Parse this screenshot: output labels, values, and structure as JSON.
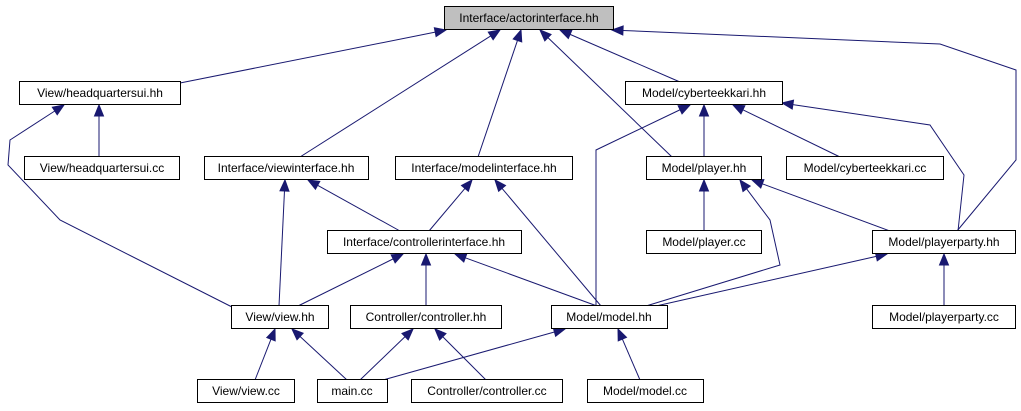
{
  "diagram": {
    "type": "include-dependency-graph",
    "edge_color": "#191970",
    "root_fill": "#bfbfbf",
    "nodes": [
      {
        "id": "actorinterface",
        "label": "Interface/actorinterface.hh",
        "root": true
      },
      {
        "id": "headquartersui_hh",
        "label": "View/headquartersui.hh"
      },
      {
        "id": "headquartersui_cc",
        "label": "View/headquartersui.cc"
      },
      {
        "id": "viewinterface",
        "label": "Interface/viewinterface.hh"
      },
      {
        "id": "modelinterface",
        "label": "Interface/modelinterface.hh"
      },
      {
        "id": "cyberteekkari_hh",
        "label": "Model/cyberteekkari.hh"
      },
      {
        "id": "player_hh",
        "label": "Model/player.hh"
      },
      {
        "id": "cyberteekkari_cc",
        "label": "Model/cyberteekkari.cc"
      },
      {
        "id": "controllerinterface",
        "label": "Interface/controllerinterface.hh"
      },
      {
        "id": "player_cc",
        "label": "Model/player.cc"
      },
      {
        "id": "playerparty_hh",
        "label": "Model/playerparty.hh"
      },
      {
        "id": "view_hh",
        "label": "View/view.hh"
      },
      {
        "id": "controller_hh",
        "label": "Controller/controller.hh"
      },
      {
        "id": "model_hh",
        "label": "Model/model.hh"
      },
      {
        "id": "playerparty_cc",
        "label": "Model/playerparty.cc"
      },
      {
        "id": "view_cc",
        "label": "View/view.cc"
      },
      {
        "id": "main_cc",
        "label": "main.cc"
      },
      {
        "id": "controller_cc",
        "label": "Controller/controller.cc"
      },
      {
        "id": "model_cc",
        "label": "Model/model.cc"
      }
    ],
    "edges": [
      {
        "from": "headquartersui_hh",
        "to": "actorinterface"
      },
      {
        "from": "viewinterface",
        "to": "actorinterface"
      },
      {
        "from": "modelinterface",
        "to": "actorinterface"
      },
      {
        "from": "player_hh",
        "to": "actorinterface"
      },
      {
        "from": "cyberteekkari_hh",
        "to": "actorinterface"
      },
      {
        "from": "playerparty_hh",
        "to": "actorinterface"
      },
      {
        "from": "headquartersui_cc",
        "to": "headquartersui_hh"
      },
      {
        "from": "view_hh",
        "to": "headquartersui_hh"
      },
      {
        "from": "controllerinterface",
        "to": "viewinterface"
      },
      {
        "from": "view_hh",
        "to": "viewinterface"
      },
      {
        "from": "controllerinterface",
        "to": "modelinterface"
      },
      {
        "from": "model_hh",
        "to": "modelinterface"
      },
      {
        "from": "player_hh",
        "to": "cyberteekkari_hh"
      },
      {
        "from": "cyberteekkari_cc",
        "to": "cyberteekkari_hh"
      },
      {
        "from": "model_hh",
        "to": "cyberteekkari_hh"
      },
      {
        "from": "playerparty_hh",
        "to": "cyberteekkari_hh"
      },
      {
        "from": "player_cc",
        "to": "player_hh"
      },
      {
        "from": "playerparty_hh",
        "to": "player_hh"
      },
      {
        "from": "model_hh",
        "to": "player_hh"
      },
      {
        "from": "view_hh",
        "to": "controllerinterface"
      },
      {
        "from": "controller_hh",
        "to": "controllerinterface"
      },
      {
        "from": "model_hh",
        "to": "controllerinterface"
      },
      {
        "from": "model_hh",
        "to": "playerparty_hh"
      },
      {
        "from": "playerparty_cc",
        "to": "playerparty_hh"
      },
      {
        "from": "view_cc",
        "to": "view_hh"
      },
      {
        "from": "main_cc",
        "to": "view_hh"
      },
      {
        "from": "main_cc",
        "to": "controller_hh"
      },
      {
        "from": "controller_cc",
        "to": "controller_hh"
      },
      {
        "from": "main_cc",
        "to": "model_hh"
      },
      {
        "from": "model_cc",
        "to": "model_hh"
      }
    ]
  }
}
